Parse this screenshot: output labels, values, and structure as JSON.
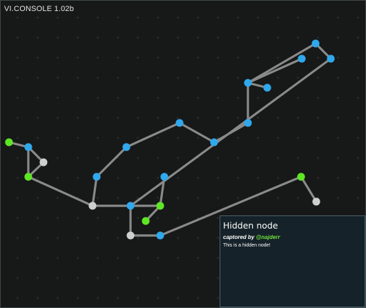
{
  "console": {
    "title": "VI.CONSOLE 1.02b"
  },
  "colors": {
    "background": "#171818",
    "edge": "#8a8a8a",
    "node_standard": "#2fa8ec",
    "node_captured": "#5ee625",
    "node_hidden": "#cfcfcf",
    "panel_background": "#152229",
    "captor_accent": "#6fe23a"
  },
  "graph": {
    "nodes": [
      {
        "id": "n1",
        "type": "captured"
      },
      {
        "id": "n2",
        "type": "standard"
      },
      {
        "id": "n3",
        "type": "hidden"
      },
      {
        "id": "n4",
        "type": "captured"
      },
      {
        "id": "n5",
        "type": "hidden"
      },
      {
        "id": "n6",
        "type": "standard"
      },
      {
        "id": "n7",
        "type": "standard"
      },
      {
        "id": "n8",
        "type": "standard"
      },
      {
        "id": "n9",
        "type": "standard"
      },
      {
        "id": "n10",
        "type": "standard"
      },
      {
        "id": "n11",
        "type": "standard"
      },
      {
        "id": "n12",
        "type": "standard"
      },
      {
        "id": "n13",
        "type": "standard"
      },
      {
        "id": "n14",
        "type": "standard"
      },
      {
        "id": "n15",
        "type": "standard"
      },
      {
        "id": "n16",
        "type": "standard"
      },
      {
        "id": "n17",
        "type": "captured"
      },
      {
        "id": "n18",
        "type": "standard"
      },
      {
        "id": "n19",
        "type": "captured"
      },
      {
        "id": "n20",
        "type": "hidden"
      },
      {
        "id": "n21",
        "type": "standard"
      },
      {
        "id": "n22",
        "type": "captured"
      },
      {
        "id": "n23",
        "type": "hidden"
      }
    ],
    "edges": [
      [
        "n1",
        "n2"
      ],
      [
        "n2",
        "n3"
      ],
      [
        "n2",
        "n4"
      ],
      [
        "n4",
        "n3"
      ],
      [
        "n4",
        "n5"
      ],
      [
        "n5",
        "n6"
      ],
      [
        "n6",
        "n7"
      ],
      [
        "n7",
        "n8"
      ],
      [
        "n8",
        "n9"
      ],
      [
        "n9",
        "n10"
      ],
      [
        "n10",
        "n11"
      ],
      [
        "n11",
        "n12"
      ],
      [
        "n11",
        "n13"
      ],
      [
        "n11",
        "n14"
      ],
      [
        "n14",
        "n15"
      ],
      [
        "n15",
        "n16"
      ],
      [
        "n5",
        "n16"
      ],
      [
        "n16",
        "n17"
      ],
      [
        "n17",
        "n18"
      ],
      [
        "n17",
        "n19"
      ],
      [
        "n16",
        "n20"
      ],
      [
        "n20",
        "n21"
      ],
      [
        "n21",
        "n22"
      ],
      [
        "n22",
        "n23"
      ]
    ]
  },
  "info_panel": {
    "title": "Hidden node",
    "captured_by_label": "captored by",
    "captor": "@najderr",
    "description": "This is a hidden node!"
  }
}
